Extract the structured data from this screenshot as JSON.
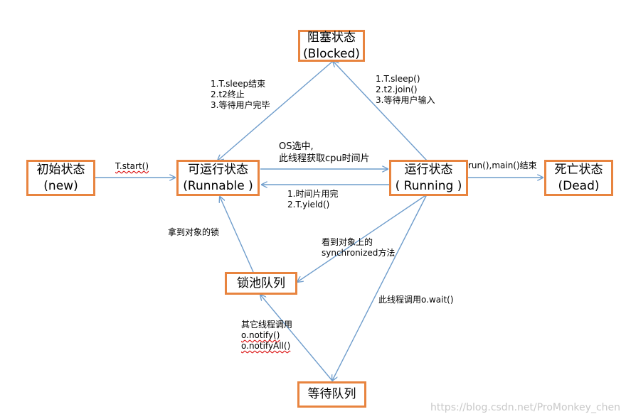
{
  "states": {
    "blocked": {
      "line1": "阻塞状态",
      "line2": "(Blocked)"
    },
    "new": {
      "line1": "初始状态",
      "line2": "(new)"
    },
    "runnable": {
      "line1": "可运行状态",
      "line2": "(Runnable )"
    },
    "running": {
      "line1": "运行状态",
      "line2": "( Running )"
    },
    "dead": {
      "line1": "死亡状态",
      "line2": "(Dead)"
    },
    "lock_pool": {
      "line1": "锁池队列"
    },
    "wait_queue": {
      "line1": "等待队列"
    }
  },
  "transitions": {
    "start": "T.start()",
    "os_select": {
      "line1": "OS选中,",
      "line2": "此线程获取cpu时间片"
    },
    "time_slice": {
      "line1": "1.时间片用完",
      "line2": "2.T.yield()"
    },
    "run_end": "run(),main()结束",
    "blocked_to_runnable": {
      "line1": "1.T.sleep结束",
      "line2": "2.t2终止",
      "line3": "3.等待用户完毕"
    },
    "running_to_blocked": {
      "line1": "1.T.sleep()",
      "line2": "2.t2.join()",
      "line3": "3.等待用户输入"
    },
    "get_lock": "拿到对象的锁",
    "see_sync": {
      "line1": "看到对象上的",
      "line2": "synchronized方法"
    },
    "wait": "此线程调用o.wait()",
    "notify": {
      "line1": "其它线程调用",
      "line2": "o.notify()",
      "line3": "o.notifyAll()"
    }
  },
  "watermark": "https://blog.csdn.net/ProMonkey_chen",
  "colors": {
    "box_border": "#e8843f",
    "arrow": "#6f9dcc"
  }
}
